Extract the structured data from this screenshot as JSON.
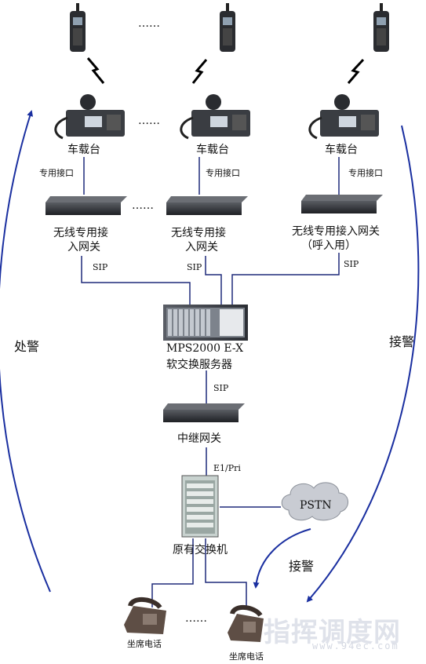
{
  "colors": {
    "link": "#1e2a7a",
    "arrow": "#1a2fa0",
    "device": "#2c2f33",
    "cloud": "#c9ccd3",
    "watermark": "#e4e6ee"
  },
  "labels": {
    "dots": "……",
    "car_station": "车载台",
    "dedicated_port": "专用接口",
    "gw_left_1": "无线专用接",
    "gw_left_2": "入网关",
    "gw_mid_1": "无线专用接",
    "gw_mid_2": "入网关",
    "gw_right_1": "无线专用接入网关",
    "gw_right_2": "（呼入用）",
    "sip": "SIP",
    "server_1": "MPS2000 E-X",
    "server_2": "软交换服务器",
    "trunk_gw": "中继网关",
    "e1pri": "E1/Pri",
    "pstn": "PSTN",
    "pbx": "原有交换机",
    "answer_alarm": "接警",
    "dispatch_alarm": "处警",
    "seat_phone": "坐席电话",
    "watermark_title": "指挥调度网",
    "watermark_url": "www.94ec.com"
  }
}
